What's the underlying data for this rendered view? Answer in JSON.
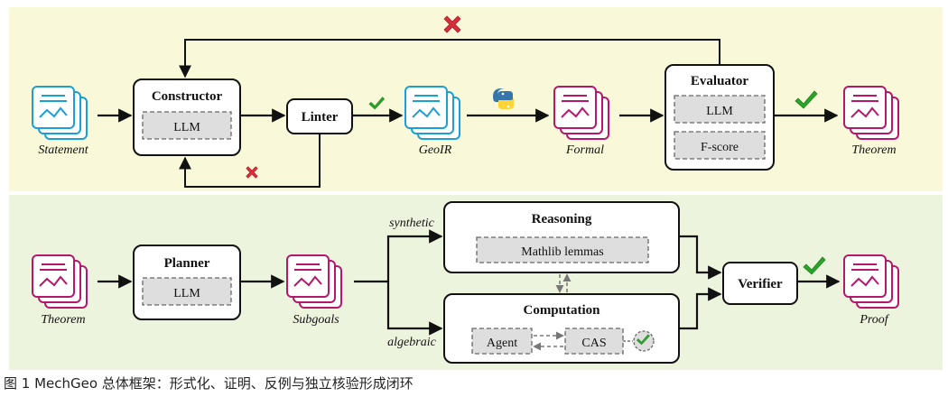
{
  "colors": {
    "top_panel_bg": "#f9f9d9",
    "bottom_panel_bg": "#edf4de",
    "doc_blue": "#1a9fd6",
    "doc_magenta": "#b5176b",
    "check_green": "#2aa52a",
    "cross_red": "#d92d3c",
    "llm_box_fill": "#dedede"
  },
  "top_row": {
    "statement_label": "Statement",
    "constructor_title": "Constructor",
    "constructor_llm": "LLM",
    "linter_label": "Linter",
    "geoir_label": "GeoIR",
    "formal_label": "Formal",
    "evaluator_title": "Evaluator",
    "evaluator_llm": "LLM",
    "evaluator_fscore": "F-score",
    "theorem_label": "Theorem"
  },
  "bottom_row": {
    "theorem_label": "Theorem",
    "planner_title": "Planner",
    "planner_llm": "LLM",
    "subgoals_label": "Subgoals",
    "synthetic_label": "synthetic",
    "algebraic_label": "algebraic",
    "reasoning_title": "Reasoning",
    "reasoning_inner": "Mathlib lemmas",
    "computation_title": "Computation",
    "agent_label": "Agent",
    "cas_label": "CAS",
    "verifier_label": "Verifier",
    "proof_label": "Proof"
  },
  "icons": {
    "doc": "document-stack-icon",
    "check": "check-icon",
    "cross": "cross-icon",
    "python": "python-logo-icon"
  },
  "caption": "图 1 MechGeo 总体框架：形式化、证明、反例与独立核验形成闭环"
}
